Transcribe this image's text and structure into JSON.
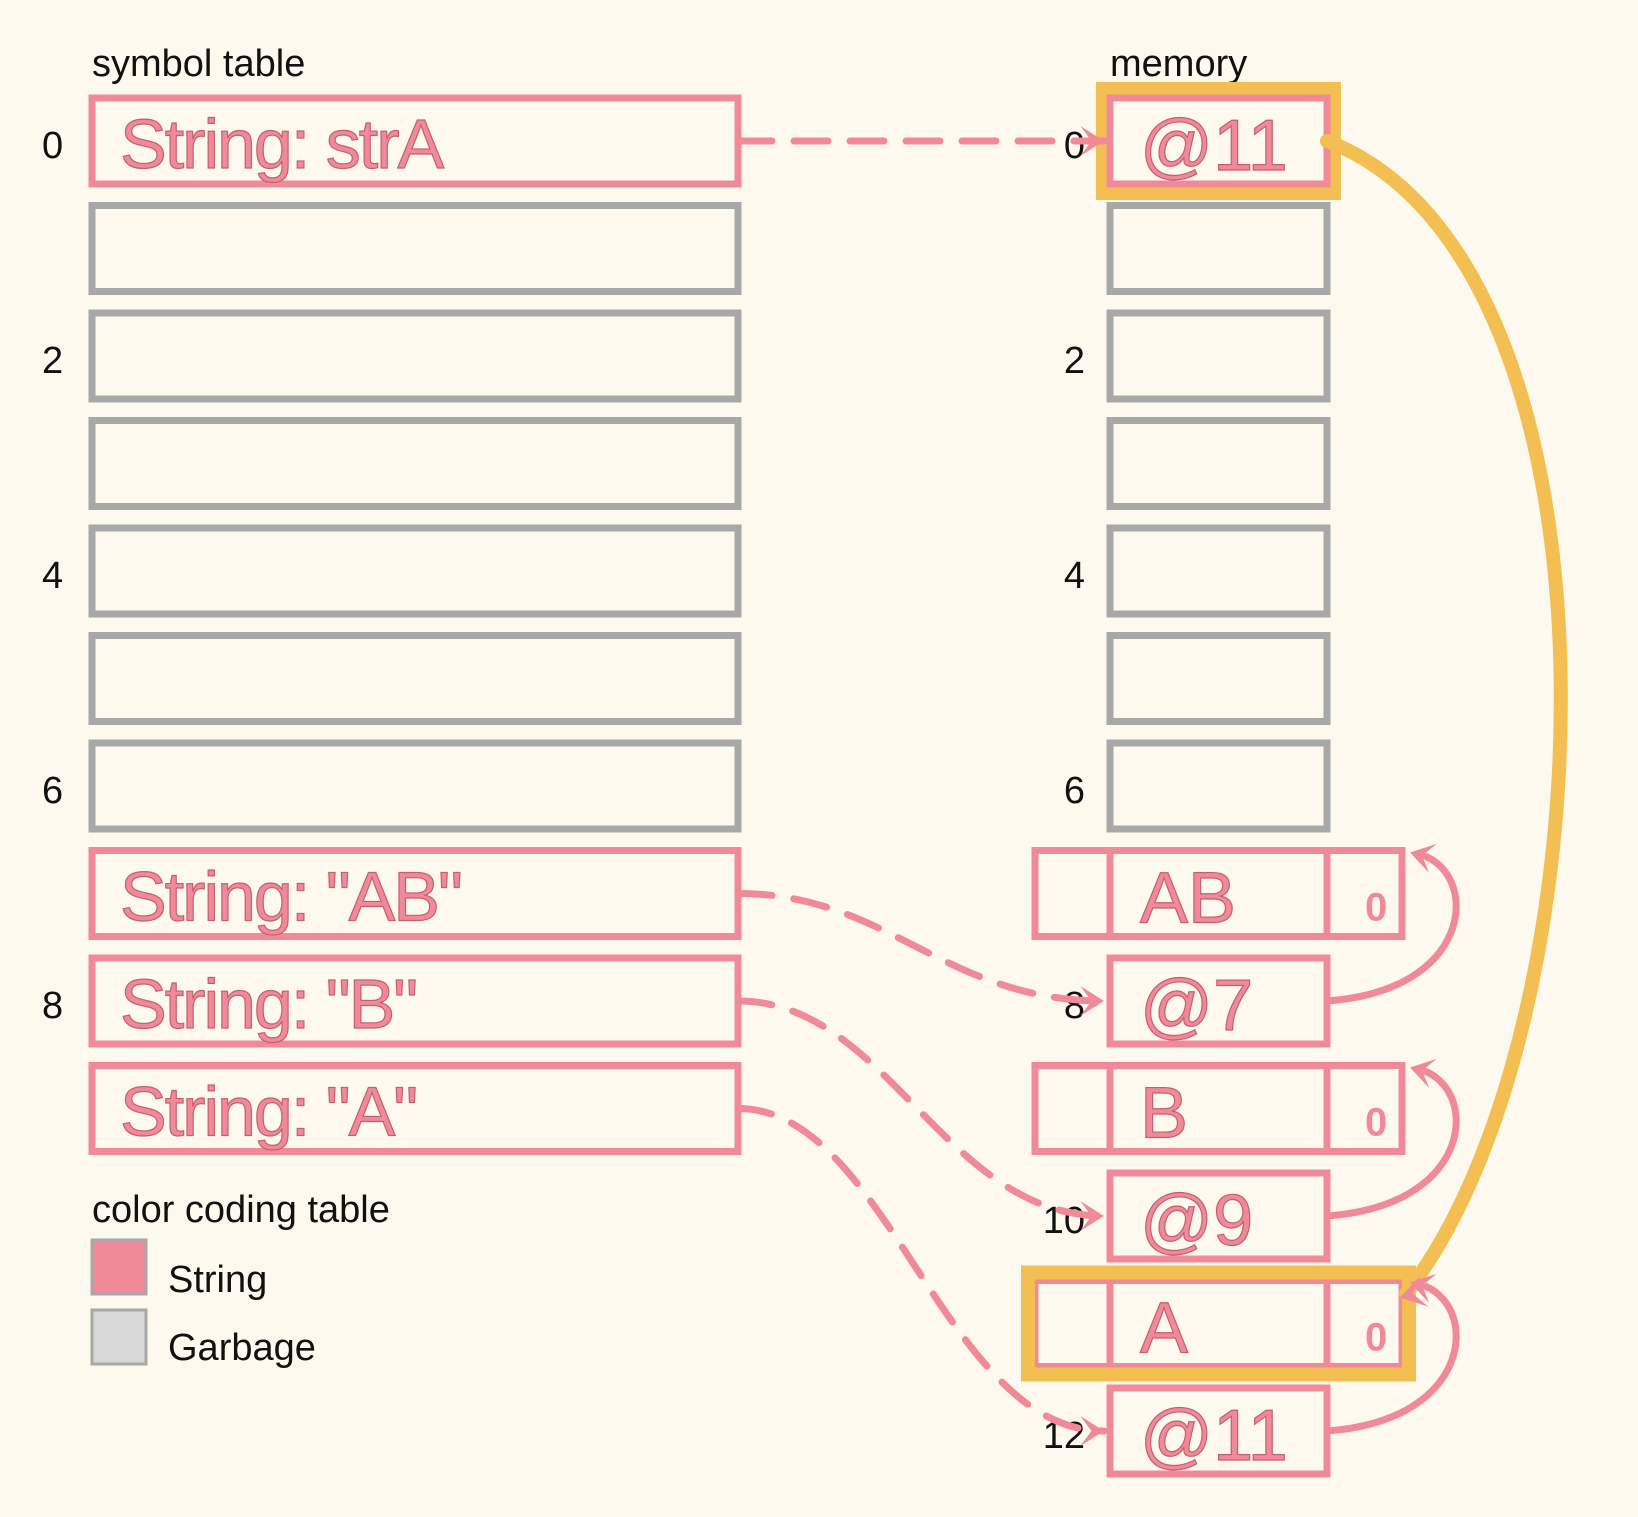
{
  "colors": {
    "background": "#fdf9ee",
    "string": "#f08a98",
    "garbage": "#a8a8a8",
    "garbage_fill": "#d8d8d8",
    "highlight": "#f3be52",
    "text": "#111111"
  },
  "symbol_table": {
    "title": "symbol table",
    "index_labels": [
      "0",
      "",
      "2",
      "",
      "4",
      "",
      "6",
      "",
      "8",
      ""
    ],
    "rows": [
      {
        "type": "string",
        "text": "String: strA"
      },
      {
        "type": "garbage",
        "text": ""
      },
      {
        "type": "garbage",
        "text": ""
      },
      {
        "type": "garbage",
        "text": ""
      },
      {
        "type": "garbage",
        "text": ""
      },
      {
        "type": "garbage",
        "text": ""
      },
      {
        "type": "garbage",
        "text": ""
      },
      {
        "type": "string",
        "text": "String: \"AB\""
      },
      {
        "type": "string",
        "text": "String: \"B\""
      },
      {
        "type": "string",
        "text": "String: \"A\""
      }
    ]
  },
  "memory": {
    "title": "memory",
    "index_labels": [
      "0",
      "",
      "2",
      "",
      "4",
      "",
      "6",
      "",
      "8",
      "",
      "10",
      "",
      "12"
    ],
    "cells": [
      {
        "kind": "pointer",
        "type": "string",
        "text": "@11",
        "highlight": true
      },
      {
        "kind": "empty",
        "type": "garbage",
        "text": ""
      },
      {
        "kind": "empty",
        "type": "garbage",
        "text": ""
      },
      {
        "kind": "empty",
        "type": "garbage",
        "text": ""
      },
      {
        "kind": "empty",
        "type": "garbage",
        "text": ""
      },
      {
        "kind": "empty",
        "type": "garbage",
        "text": ""
      },
      {
        "kind": "empty",
        "type": "garbage",
        "text": ""
      },
      {
        "kind": "value",
        "type": "string",
        "text": "AB",
        "count": "0",
        "highlight": false
      },
      {
        "kind": "pointer",
        "type": "string",
        "text": "@7",
        "highlight": false
      },
      {
        "kind": "value",
        "type": "string",
        "text": "B",
        "count": "0",
        "highlight": false
      },
      {
        "kind": "pointer",
        "type": "string",
        "text": "@9",
        "highlight": false
      },
      {
        "kind": "value",
        "type": "string",
        "text": "A",
        "count": "0",
        "highlight": true
      },
      {
        "kind": "pointer",
        "type": "string",
        "text": "@11",
        "highlight": false
      }
    ]
  },
  "symbol_links": [
    {
      "from_row": 0,
      "to_cell": 0
    },
    {
      "from_row": 7,
      "to_cell": 8
    },
    {
      "from_row": 8,
      "to_cell": 10
    },
    {
      "from_row": 9,
      "to_cell": 12
    }
  ],
  "pointer_links": [
    {
      "from_cell": 0,
      "to_cell": 11,
      "highlight": true
    },
    {
      "from_cell": 8,
      "to_cell": 7,
      "highlight": false
    },
    {
      "from_cell": 10,
      "to_cell": 9,
      "highlight": false
    },
    {
      "from_cell": 12,
      "to_cell": 11,
      "highlight": false
    }
  ],
  "legend": {
    "title": "color coding table",
    "items": [
      {
        "label": "String",
        "color": "#f08a98"
      },
      {
        "label": "Garbage",
        "color": "#d8d8d8"
      }
    ]
  }
}
